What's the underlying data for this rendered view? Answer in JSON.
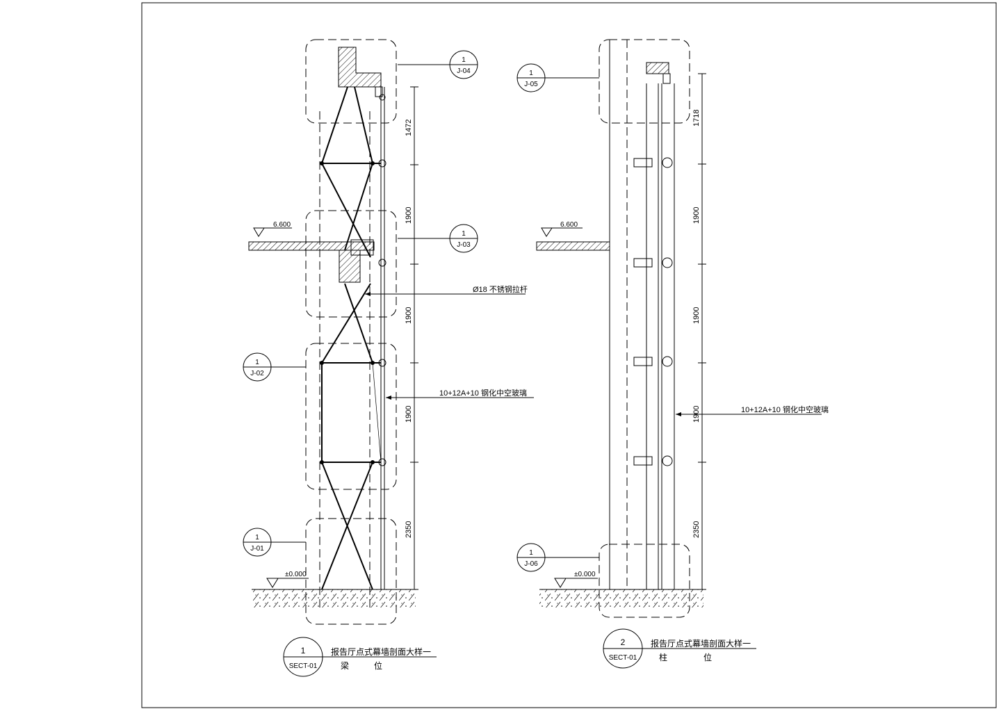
{
  "drawing_1": {
    "title": "报告厅点式幕墙剖面大样一",
    "subtitle_left": "梁",
    "subtitle_right": "位",
    "badge_num": "1",
    "badge_ref": "SECT-01",
    "details": [
      {
        "num": "1",
        "ref": "J-04"
      },
      {
        "num": "1",
        "ref": "J-03"
      },
      {
        "num": "1",
        "ref": "J-02"
      },
      {
        "num": "1",
        "ref": "J-01"
      }
    ],
    "dimensions": [
      "1472",
      "1900",
      "1900",
      "1900",
      "2350"
    ],
    "level_upper": "6.600",
    "level_ground": "±0.000",
    "note_rod": "Ø18 不锈钢拉杆",
    "note_glass": "10+12A+10 钢化中空玻璃"
  },
  "drawing_2": {
    "title": "报告厅点式幕墙剖面大样一",
    "subtitle_left": "柱",
    "subtitle_right": "位",
    "badge_num": "2",
    "badge_ref": "SECT-01",
    "details": [
      {
        "num": "1",
        "ref": "J-05"
      },
      {
        "num": "1",
        "ref": "J-06"
      }
    ],
    "dimensions": [
      "1718",
      "1900",
      "1900",
      "1900",
      "2350"
    ],
    "level_upper": "6.600",
    "level_ground": "±0.000",
    "note_glass": "10+12A+10 钢化中空玻璃"
  }
}
